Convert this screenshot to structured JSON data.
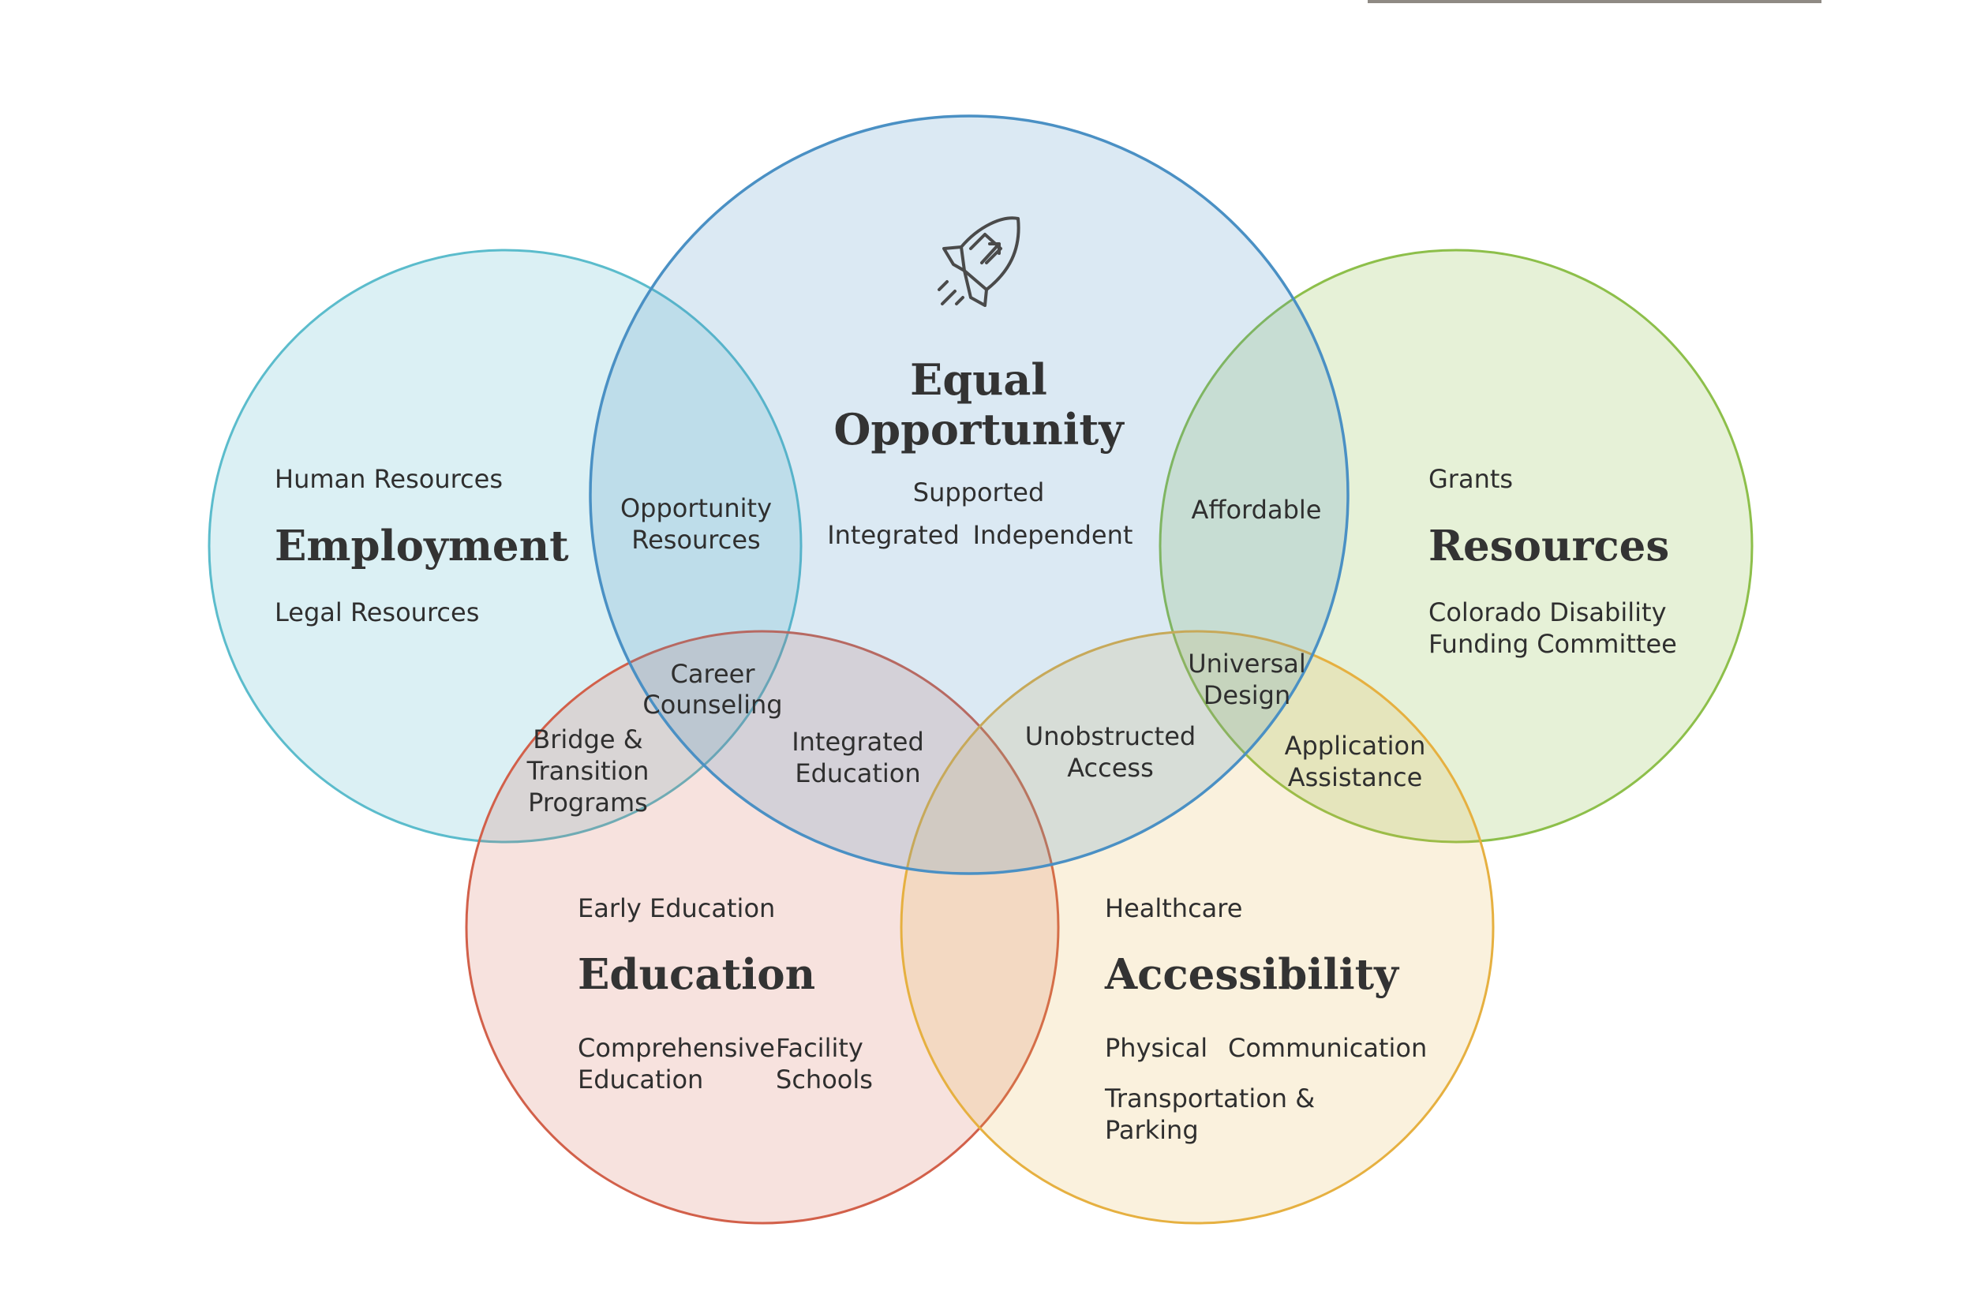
{
  "colors": {
    "employment": "#5bbccc",
    "equal_opportunity": "#4a90c4",
    "resources": "#8dbf4a",
    "education": "#d2604a",
    "accessibility": "#e6b040"
  },
  "icons": {
    "center": "rocket-icon"
  },
  "employment": {
    "title": "Employment",
    "items": [
      "Human Resources",
      "Legal Resources"
    ]
  },
  "equal_opportunity": {
    "title_line1": "Equal",
    "title_line2": "Opportunity",
    "items": [
      "Supported",
      "Integrated",
      "Independent"
    ]
  },
  "resources": {
    "title": "Resources",
    "items": [
      "Grants",
      "Colorado Disability",
      "Funding Committee"
    ]
  },
  "education": {
    "title": "Education",
    "items": [
      "Early Education",
      "Comprehensive",
      "Education",
      "Facility",
      "Schools"
    ]
  },
  "accessibility": {
    "title": "Accessibility",
    "items": [
      "Healthcare",
      "Physical",
      "Communication",
      "Transportation &",
      "Parking"
    ]
  },
  "overlaps": {
    "opportunity_resources": [
      "Opportunity",
      "Resources"
    ],
    "affordable": "Affordable",
    "career_counseling": [
      "Career",
      "Counseling"
    ],
    "bridge_transition": [
      "Bridge &",
      "Transition",
      "Programs"
    ],
    "integrated_education": [
      "Integrated",
      "Education"
    ],
    "universal_design": [
      "Universal",
      "Design"
    ],
    "unobstructed_access": [
      "Unobstructed",
      "Access"
    ],
    "application_assistance": [
      "Application",
      "Assistance"
    ]
  }
}
